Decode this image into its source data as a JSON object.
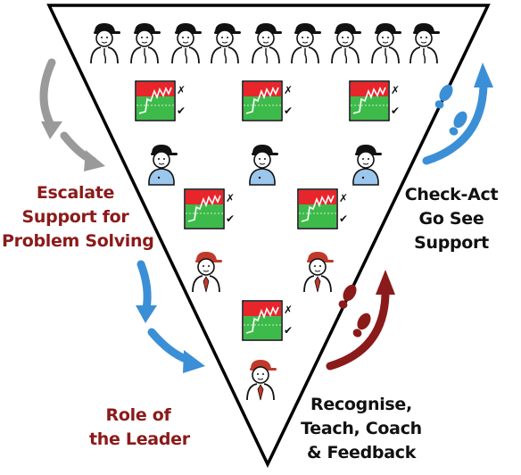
{
  "labels": {
    "escalate": [
      "Escalate",
      "Support for",
      "Problem Solving"
    ],
    "role": [
      "Role of",
      "the Leader"
    ],
    "check_act": [
      "Check-Act",
      "Go See",
      "Support"
    ],
    "recognise": [
      "Recognise,",
      "Teach, Coach",
      "& Feedback"
    ]
  },
  "board_marks": {
    "cross": "✗",
    "check": "✔"
  },
  "colors": {
    "triangle_outline": "#000000",
    "label_dark_red": "#8b1a1a",
    "label_black": "#111111",
    "arrow_gray": "#9a9a9a",
    "arrow_blue": "#3b8fd6",
    "arrow_red": "#8b1a1a",
    "board_red": "#e8252b",
    "board_green": "#3dbb4a",
    "shirt_blue": "#9cc7ec",
    "tie_red": "#c0392b"
  }
}
